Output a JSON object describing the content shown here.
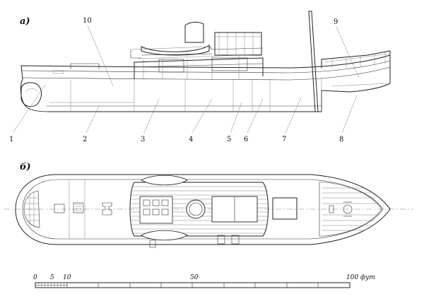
{
  "views": {
    "side": "а)",
    "plan": "б)"
  },
  "callouts": [
    "1",
    "2",
    "3",
    "4",
    "5",
    "6",
    "7",
    "8",
    "9",
    "10"
  ],
  "scale": {
    "labels": [
      "0",
      "5",
      "10",
      "50",
      "100 фут"
    ]
  }
}
